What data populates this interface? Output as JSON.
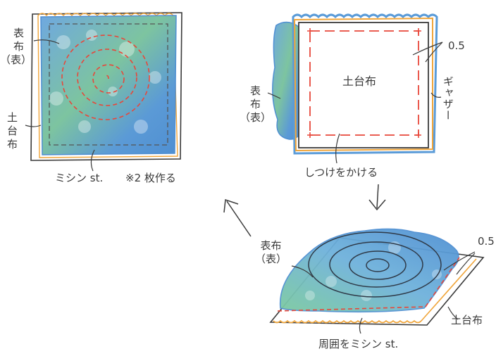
{
  "colors": {
    "fabric_blue": "#5a9bd8",
    "fabric_green": "#7cc48a",
    "gather_orange": "#f0a53a",
    "stitch_red": "#e8473a",
    "line": "#3a3a3a"
  },
  "panel1": {
    "label_fabric_1": "表",
    "label_fabric_2": "布",
    "label_fabric_3": "（表）",
    "label_base_1": "土",
    "label_base_2": "台",
    "label_base_3": "布",
    "label_stitch": "ミシン st.",
    "label_note": "※2 枚作る"
  },
  "panel2": {
    "label_fabric_1": "表",
    "label_fabric_2": "布",
    "label_fabric_3": "（表）",
    "label_base": "土台布",
    "label_margin": "0.5",
    "label_gather": "ギャザー",
    "label_basting": "しつけをかける"
  },
  "panel3": {
    "label_fabric": "表布",
    "label_fabric_side": "（表）",
    "label_margin": "0.5",
    "label_base": "土台布",
    "label_stitch": "周囲をミシン st."
  }
}
